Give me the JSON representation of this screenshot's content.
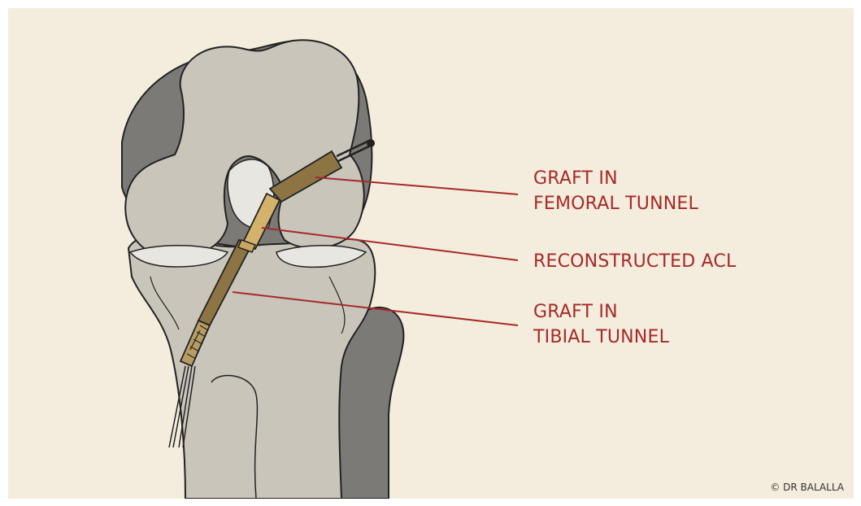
{
  "labels": {
    "femoral_line1": "GRAFT IN",
    "femoral_line2": "FEMORAL TUNNEL",
    "acl": "RECONSTRUCTED ACL",
    "tibial_line1": "GRAFT IN",
    "tibial_line2": "TIBIAL TUNNEL"
  },
  "credit": "© DR BALALLA",
  "colors": {
    "background": "#f4ecdc",
    "bone_light": "#c9c5bb",
    "bone_dark": "#7b7a77",
    "graft": "#8c7443",
    "acl": "#d4b26b",
    "leader_line": "#a52a2a"
  }
}
